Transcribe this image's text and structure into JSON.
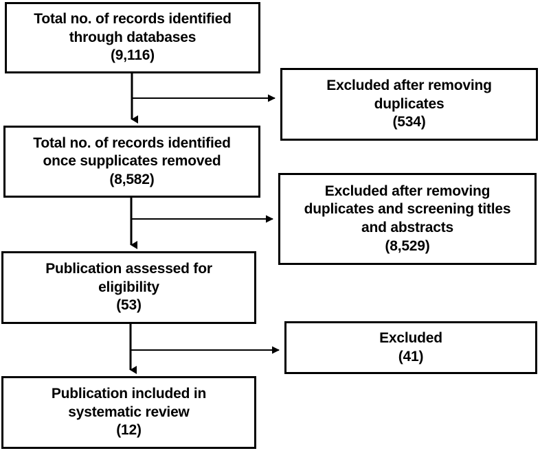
{
  "diagram": {
    "type": "prisma-flow-diagram",
    "colors": {
      "stroke": "#000000",
      "background": "#ffffff",
      "text": "#000000"
    },
    "boxes": {
      "identified": {
        "lines": [
          "Total no. of records identified",
          "through databases",
          "(9,116)"
        ],
        "count": "9,116"
      },
      "deduped": {
        "lines": [
          "Total no. of records identified",
          "once supplicates removed",
          "(8,582)"
        ],
        "count": "8,582"
      },
      "eligibility": {
        "lines": [
          "Publication assessed for",
          "eligibility",
          "(53)"
        ],
        "count": "53"
      },
      "included": {
        "lines": [
          "Publication included in",
          "systematic review",
          "(12)"
        ],
        "count": "12"
      },
      "excluded_duplicates": {
        "lines": [
          "Excluded after removing",
          "duplicates",
          "(534)"
        ],
        "count": "534"
      },
      "excluded_screening": {
        "lines": [
          "Excluded after removing",
          "duplicates and screening titles",
          "and abstracts",
          "(8,529)"
        ],
        "count": "8,529"
      },
      "excluded_final": {
        "lines": [
          "Excluded",
          "(41)"
        ],
        "count": "41"
      }
    }
  }
}
